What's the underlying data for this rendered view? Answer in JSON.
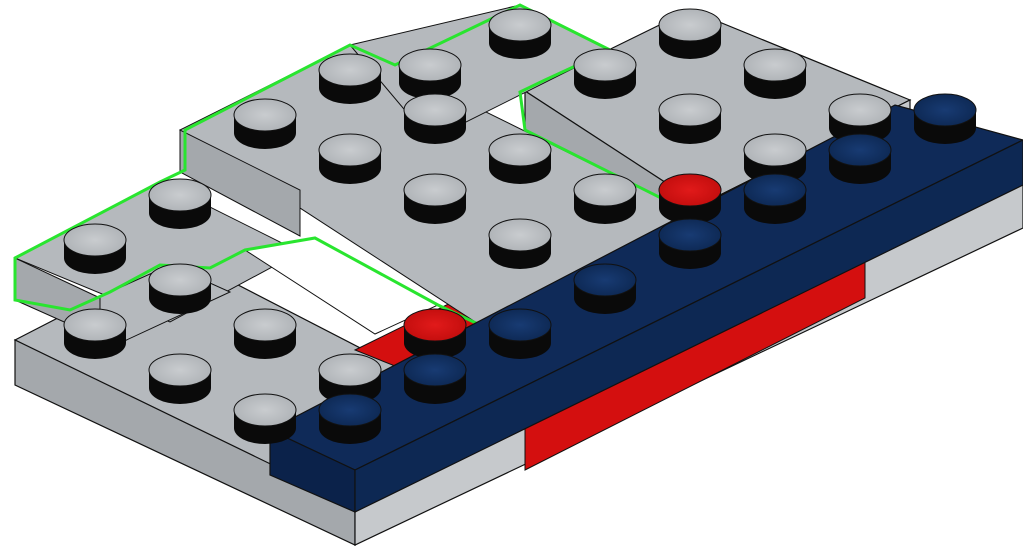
{
  "scene": {
    "background": "#ffffff",
    "colors": {
      "light_gray_top": "#b5b9bd",
      "light_gray_front": "#a4a8ac",
      "light_gray_right": "#c6c9cc",
      "navy_top": "#0f2a58",
      "navy_side": "#0b224a",
      "red": "#d40f0f",
      "stud_black": "#0a0a0a",
      "highlight_green": "#29e52f",
      "edge_dark": "#111111"
    },
    "elements": {
      "base_plate": "light-gray-base-plate",
      "navy_plate": "navy-1x8-plate",
      "red_plate": "red-under-plate",
      "highlighted_assembly": "highlighted-gray-plate-assembly"
    }
  }
}
